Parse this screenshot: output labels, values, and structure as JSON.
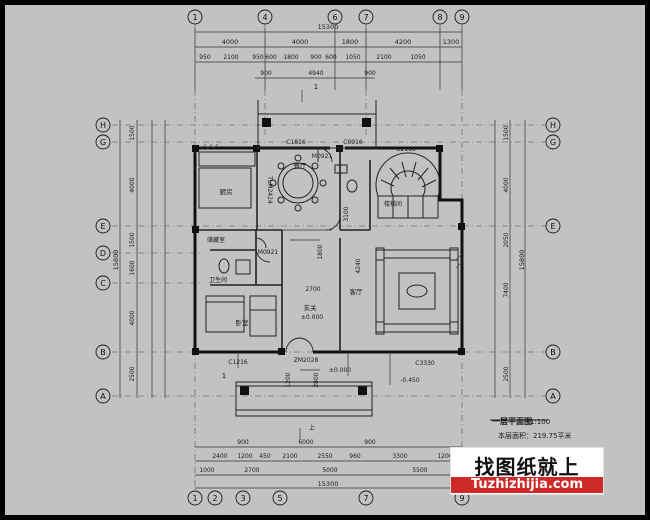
{
  "plan": {
    "title": "一层平面图",
    "scale": "1:100",
    "area": "本层面积：219.75平米",
    "axis_top": [
      "1",
      "4",
      "6",
      "7",
      "8",
      "9"
    ],
    "axis_bottom": [
      "1",
      "2",
      "3",
      "5",
      "7",
      "9"
    ],
    "axis_left": [
      "H",
      "G",
      "E",
      "D",
      "C",
      "B",
      "A"
    ],
    "dims_top_total": "15300",
    "dims_top_row1": [
      "4000",
      "4000",
      "1800",
      "4200",
      "1300"
    ],
    "dims_top_row2": [
      "950",
      "2100",
      "950",
      "600",
      "1800",
      "900",
      "600",
      "1050",
      "2100",
      "1050"
    ],
    "dims_top_row3": [
      "900",
      "4940",
      "900"
    ],
    "dims_bottom_row1": [
      "900",
      "6000",
      "900"
    ],
    "dims_bottom_row2": [
      "2400",
      "1200",
      "450",
      "2100",
      "2550",
      "960",
      "3300",
      "1200"
    ],
    "dims_bottom_row3": [
      "1000",
      "2700",
      "5000",
      "5500"
    ],
    "dims_bottom_total": "15300",
    "dims_left_outer": [
      "1500",
      "4000",
      "1500",
      "1600",
      "4000",
      "2500"
    ],
    "dims_left_total": "15800",
    "dims_right_outer": [
      "1500",
      "4000",
      "2050",
      "7400",
      "2500"
    ],
    "dims_right_total": "15800",
    "rooms": {
      "kitchen": "厨房",
      "dining": "餐厅",
      "storage": "储藏室",
      "bath": "卫生间",
      "bedroom": "卧室",
      "hall": "客厅",
      "stair": "楼梯间",
      "foyer": "玄关"
    },
    "labels": {
      "c1816": "C1816",
      "c0916": "C0916",
      "c2116": "C2116",
      "m0921": "M0921",
      "m0921b": "M0921",
      "zm2028": "ZM2028",
      "c3330": "C3330",
      "c1216": "C1216",
      "tlm": "TLM2424",
      "level_main": "±0.000",
      "level_porch": "±0.000",
      "level_out": "-0.450",
      "dim_2700": "2700",
      "dim_1800": "1800",
      "dim_2800": "2800",
      "dim_3100": "3100",
      "dim_4240": "4240",
      "dim_1200": "1200",
      "stair_up": "上",
      "section_mark": "1"
    }
  }
}
